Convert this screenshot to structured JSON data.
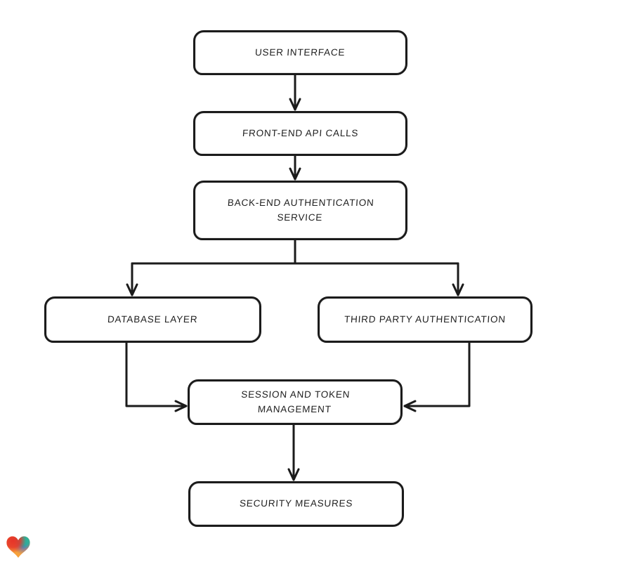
{
  "canvas": {
    "background": "#ffffff",
    "stroke_color": "#1b1b1b",
    "text_color": "#1f1f1f"
  },
  "nodes": [
    {
      "id": "user-interface",
      "label": "USER INTERFACE"
    },
    {
      "id": "front-end-api-calls",
      "label": "FRONT-END API CALLS"
    },
    {
      "id": "back-end-authentication-service",
      "label": "BACK-END AUTHENTICATION SERVICE"
    },
    {
      "id": "database-layer",
      "label": "DATABASE LAYER"
    },
    {
      "id": "third-party-authentication",
      "label": "THIRD PARTY AUTHENTICATION"
    },
    {
      "id": "session-and-token-management",
      "label": "SESSION AND TOKEN MANAGEMENT"
    },
    {
      "id": "security-measures",
      "label": "SECURITY MEASURES"
    }
  ],
  "edges": [
    {
      "from": "user-interface",
      "to": "front-end-api-calls"
    },
    {
      "from": "front-end-api-calls",
      "to": "back-end-authentication-service"
    },
    {
      "from": "back-end-authentication-service",
      "to": "database-layer"
    },
    {
      "from": "back-end-authentication-service",
      "to": "third-party-authentication"
    },
    {
      "from": "database-layer",
      "to": "session-and-token-management"
    },
    {
      "from": "third-party-authentication",
      "to": "session-and-token-management"
    },
    {
      "from": "session-and-token-management",
      "to": "security-measures"
    }
  ],
  "logo": {
    "name": "heart-logo",
    "colors": {
      "red": "#e63429",
      "teal": "#23b39c",
      "blue": "#3e63dd",
      "orange": "#f6a13c"
    }
  }
}
